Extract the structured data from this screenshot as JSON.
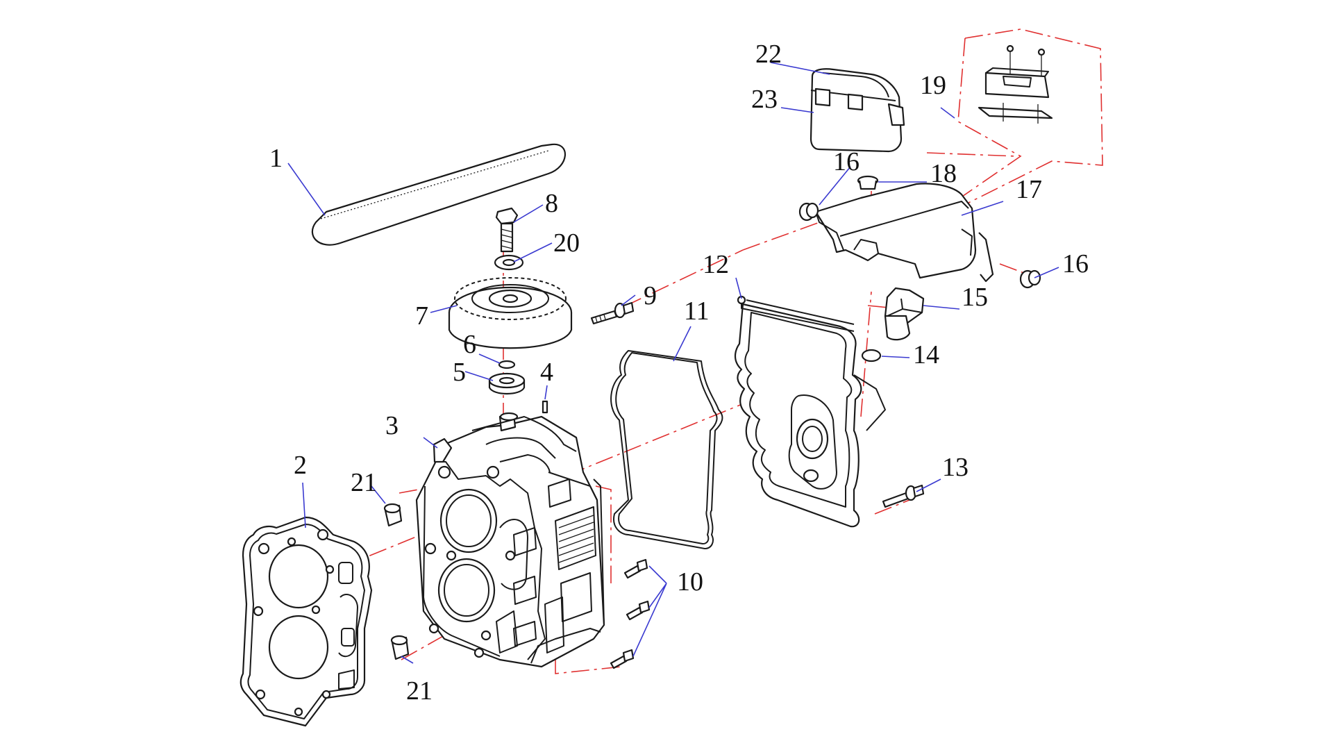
{
  "diagram": {
    "labels": [
      {
        "id": "1",
        "text": "1"
      },
      {
        "id": "2",
        "text": "2"
      },
      {
        "id": "3",
        "text": "3"
      },
      {
        "id": "4",
        "text": "4"
      },
      {
        "id": "5",
        "text": "5"
      },
      {
        "id": "6",
        "text": "6"
      },
      {
        "id": "7",
        "text": "7"
      },
      {
        "id": "8",
        "text": "8"
      },
      {
        "id": "9",
        "text": "9"
      },
      {
        "id": "10",
        "text": "10"
      },
      {
        "id": "11",
        "text": "11"
      },
      {
        "id": "12",
        "text": "12"
      },
      {
        "id": "13",
        "text": "13"
      },
      {
        "id": "14",
        "text": "14"
      },
      {
        "id": "15",
        "text": "15"
      },
      {
        "id": "16a",
        "text": "16"
      },
      {
        "id": "16b",
        "text": "16"
      },
      {
        "id": "17",
        "text": "17"
      },
      {
        "id": "18",
        "text": "18"
      },
      {
        "id": "19",
        "text": "19"
      },
      {
        "id": "20",
        "text": "20"
      },
      {
        "id": "21a",
        "text": "21"
      },
      {
        "id": "21b",
        "text": "21"
      },
      {
        "id": "22",
        "text": "22"
      },
      {
        "id": "23",
        "text": "23"
      }
    ],
    "colors": {
      "leader": "#3a3ad0",
      "axis": "#e03030",
      "line": "#1a1a1a"
    }
  }
}
